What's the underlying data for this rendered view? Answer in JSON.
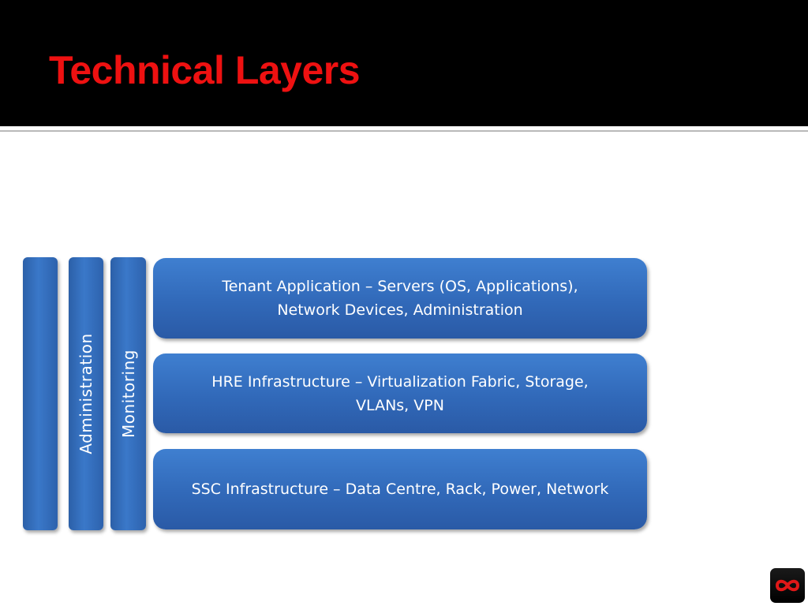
{
  "slide": {
    "title": "Technical Layers"
  },
  "colors": {
    "title": "#ee1111",
    "header_background": "#000000",
    "box_blue": "#3169b9",
    "text": "#ffffff"
  },
  "diagram": {
    "vertical_bars": [
      {
        "label": ""
      },
      {
        "label": "Administration"
      },
      {
        "label": "Monitoring"
      }
    ],
    "layers": [
      {
        "text": "Tenant Application – Servers (OS, Applications),\nNetwork Devices, Administration"
      },
      {
        "text": "HRE Infrastructure – Virtualization Fabric, Storage,\nVLANs, VPN"
      },
      {
        "text": "SSC Infrastructure – Data Centre, Rack, Power, Network"
      }
    ]
  },
  "logo": {
    "icon": "infinity-logo-icon"
  }
}
